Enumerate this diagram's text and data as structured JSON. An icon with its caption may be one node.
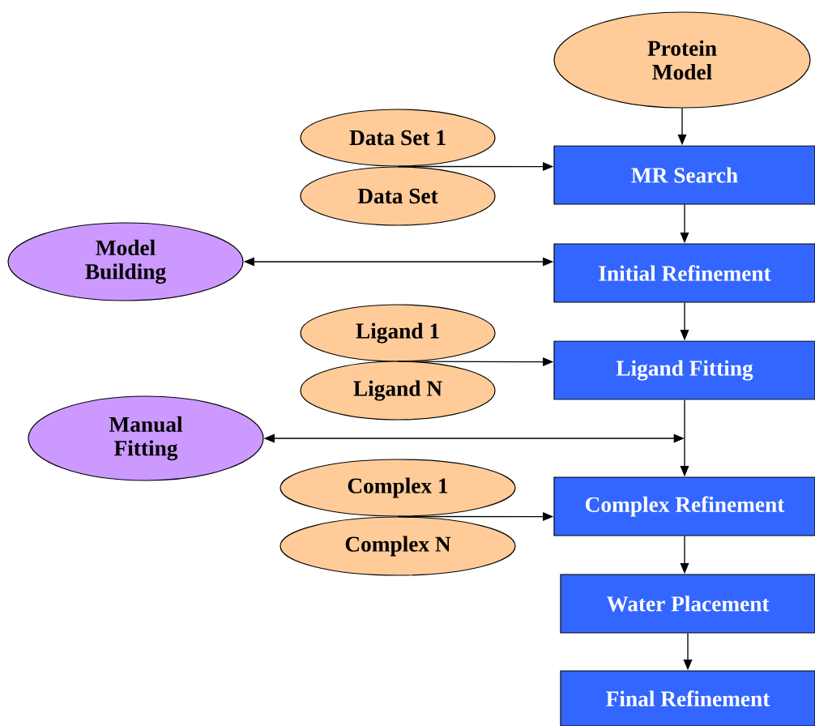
{
  "diagram": {
    "nodes": [
      {
        "text": [
          "Protein Model"
        ]
      },
      {
        "text": [
          "Data Set 1"
        ]
      },
      {
        "text": [
          "Data Set"
        ]
      },
      {
        "text": [
          "MR Search"
        ]
      },
      {
        "text": [
          "Model Building"
        ]
      },
      {
        "text": [
          "Initial Refinement"
        ]
      },
      {
        "text": [
          "Ligand 1"
        ]
      },
      {
        "text": [
          "Ligand N"
        ]
      },
      {
        "text": [
          "Ligand Fitting"
        ]
      },
      {
        "text": [
          "Manual Fitting"
        ]
      },
      {
        "text": [
          "Complex 1"
        ]
      },
      {
        "text": [
          "Complex N"
        ]
      },
      {
        "text": [
          "Complex Refinement"
        ]
      },
      {
        "text": [
          "Water Placement"
        ]
      },
      {
        "text": [
          "Final Refinement"
        ]
      }
    ],
    "edges": [
      {
        "from": 0,
        "to": 3,
        "arrow": "to"
      },
      {
        "from": 1,
        "to": 3,
        "arrow": "to"
      },
      {
        "from": 2,
        "to": 3,
        "arrow": "to"
      },
      {
        "from": 3,
        "to": 5,
        "arrow": "to"
      },
      {
        "from": 4,
        "to": 5,
        "arrow": "both"
      },
      {
        "from": 5,
        "to": 8,
        "arrow": "to"
      },
      {
        "from": 6,
        "to": 8,
        "arrow": "to"
      },
      {
        "from": 7,
        "to": 8,
        "arrow": "to"
      },
      {
        "from": 8,
        "to": 12,
        "arrow": "to"
      },
      {
        "from": 9,
        "to": null,
        "arrow": "both"
      },
      {
        "from": 10,
        "to": 12,
        "arrow": "to"
      },
      {
        "from": 11,
        "to": 12,
        "arrow": "to"
      },
      {
        "from": 12,
        "to": 13,
        "arrow": "to"
      },
      {
        "from": 13,
        "to": 14,
        "arrow": "to"
      }
    ]
  }
}
